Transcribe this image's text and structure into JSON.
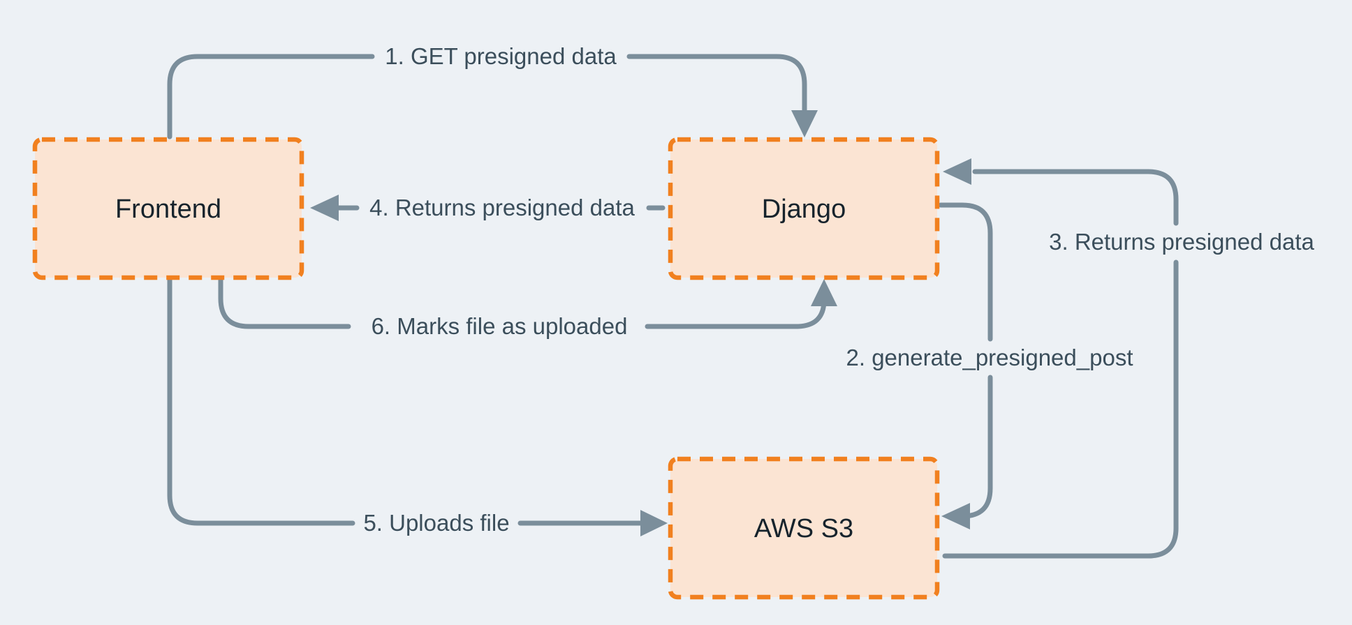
{
  "diagram": {
    "title": "Presigned upload flow between Frontend, Django and AWS S3",
    "colors": {
      "background": "#edf1f5",
      "node_fill": "#fbe4d3",
      "node_border_orange": "#f1801f",
      "arrow_gray": "#7b8e9b",
      "flow_label_text": "#3b4e5b",
      "node_label_text": "#16232c"
    },
    "nodes": [
      {
        "id": "frontend",
        "label": "Frontend"
      },
      {
        "id": "django",
        "label": "Django"
      },
      {
        "id": "aws-s3",
        "label": "AWS S3"
      }
    ],
    "flows": [
      {
        "step": "1",
        "label": "1. GET presigned data",
        "from": "Frontend",
        "to": "Django"
      },
      {
        "step": "2",
        "label": "2. generate_presigned_post",
        "from": "Django",
        "to": "AWS S3"
      },
      {
        "step": "3",
        "label": "3. Returns presigned data",
        "from": "AWS S3",
        "to": "Django"
      },
      {
        "step": "4",
        "label": "4. Returns presigned data",
        "from": "Django",
        "to": "Frontend"
      },
      {
        "step": "5",
        "label": "5. Uploads file",
        "from": "Frontend",
        "to": "AWS S3"
      },
      {
        "step": "6",
        "label": "6. Marks file as  uploaded",
        "from": "Frontend",
        "to": "Django"
      }
    ]
  }
}
